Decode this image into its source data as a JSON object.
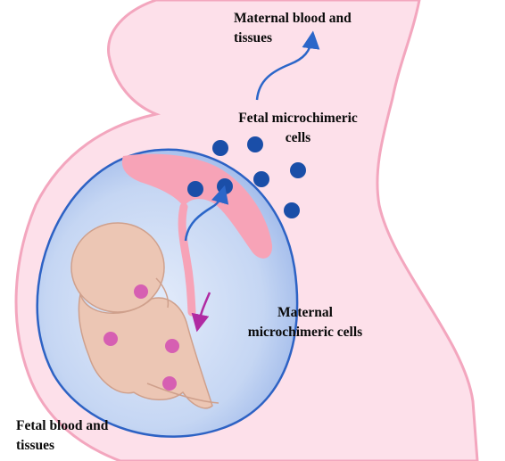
{
  "labels": {
    "maternal_blood": {
      "line1": "Maternal blood and",
      "line2": "tissues"
    },
    "fetal_cells": {
      "line1": "Fetal microchimeric",
      "line2": "cells"
    },
    "maternal_cells": {
      "line1": "Maternal",
      "line2": "microchimeric cells"
    },
    "fetal_blood": {
      "line1": "Fetal blood and",
      "line2": "tissues"
    }
  },
  "colors": {
    "body_skin": "#fde0ea",
    "body_outline": "#f3a6be",
    "amniotic_sac": "#c8d8f4",
    "sac_outline": "#2d62c4",
    "placenta": "#f7a3b7",
    "fetus": "#ecc6b4",
    "fetal_cell_dot": "#1a4ea8",
    "maternal_cell_dot": "#d65fb2",
    "fetal_flow_arrow": "#2b66c9",
    "maternal_flow_arrow": "#b02aa2"
  },
  "icons": {
    "fetal_flow": "arrow-up-icon",
    "maternal_flow": "arrow-down-icon"
  }
}
